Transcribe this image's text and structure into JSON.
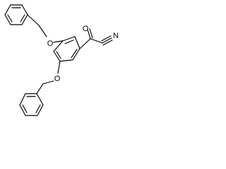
{
  "colors": {
    "bond": "#000000",
    "background": "#ffffff"
  },
  "molecule": {
    "atoms": {
      "o_carbonyl": "O",
      "n_nitrile": "N",
      "o_ether_top": "O",
      "o_ether_bottom": "O"
    }
  }
}
